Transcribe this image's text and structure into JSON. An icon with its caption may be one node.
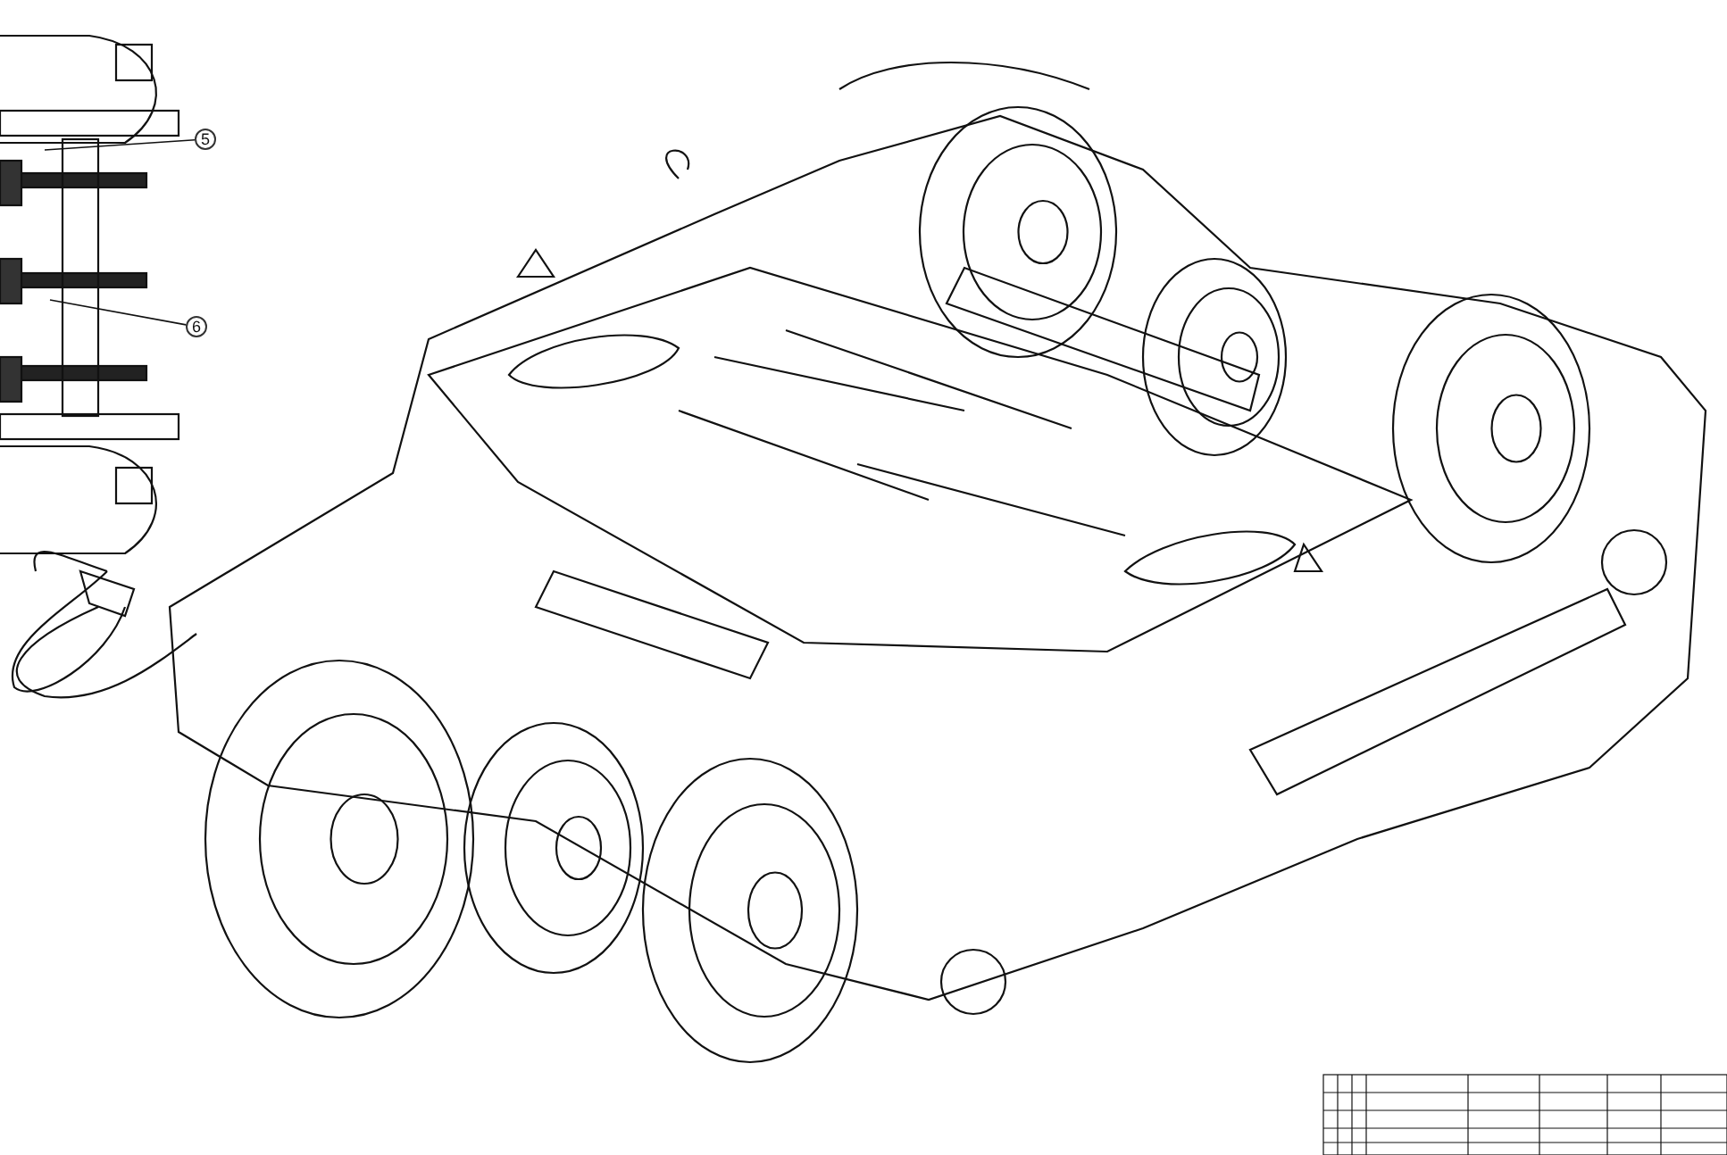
{
  "diagram": {
    "nodes": [
      {
        "text": [
          "5"
        ]
      },
      {
        "text": [
          "6"
        ]
      }
    ],
    "edges": [
      {
        "from": 0,
        "to": null,
        "arrow": "none"
      },
      {
        "from": 1,
        "to": null,
        "arrow": "none"
      }
    ]
  }
}
